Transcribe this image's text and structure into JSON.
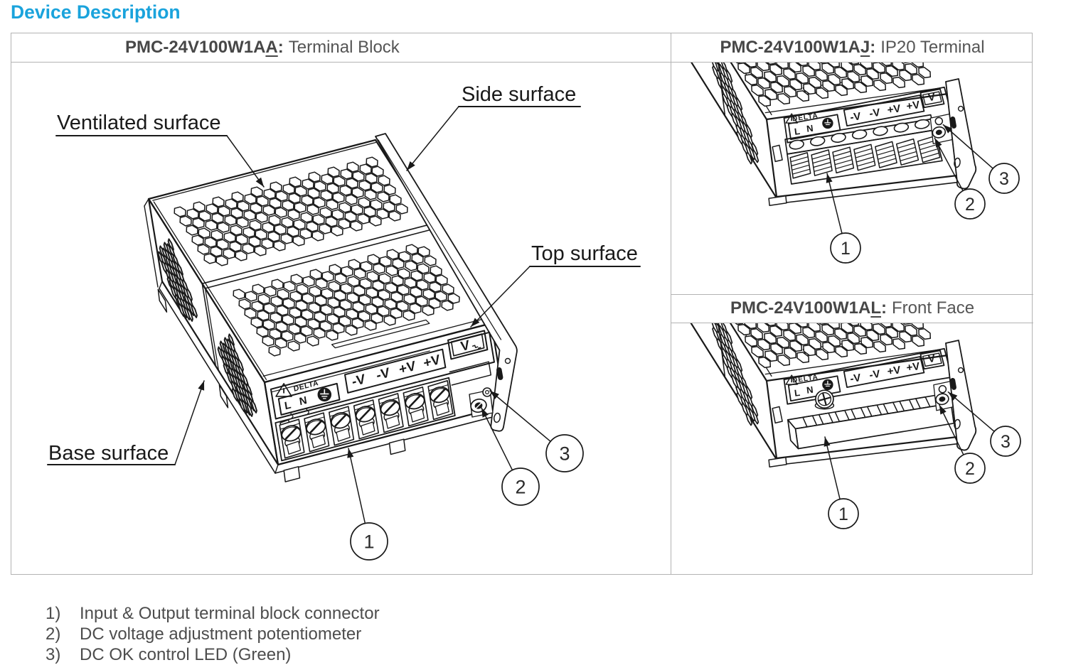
{
  "title": "Device Description",
  "accent_color": "#1aa3dc",
  "table": {
    "border_color": "#b3b3b3"
  },
  "panels": [
    {
      "id": "terminal-block",
      "model_prefix": "PMC-24V100W1A",
      "model_suffix": "A",
      "colon": ":",
      "variant": "Terminal Block"
    },
    {
      "id": "ip20-terminal",
      "model_prefix": "PMC-24V100W1A",
      "model_suffix": "J",
      "colon": ":",
      "variant": "IP20 Terminal"
    },
    {
      "id": "front-face",
      "model_prefix": "PMC-24V100W1A",
      "model_suffix": "L",
      "colon": ":",
      "variant": "Front Face"
    }
  ],
  "diagram": {
    "surface_labels": {
      "ventilated": "Ventilated surface",
      "side": "Side surface",
      "top": "Top surface",
      "base": "Base surface"
    },
    "callouts": [
      "1",
      "2",
      "3"
    ],
    "terminal_labels": {
      "neg1": "-V",
      "neg2": "-V",
      "pos1": "+V",
      "pos2": "+V",
      "vadj": "V",
      "line": "L",
      "neutral": "N",
      "brand": "DELTA"
    }
  },
  "legend": [
    {
      "num": "1)",
      "text": "Input & Output terminal block connector"
    },
    {
      "num": "2)",
      "text": "DC voltage adjustment potentiometer"
    },
    {
      "num": "3)",
      "text": "DC OK control LED (Green)"
    }
  ]
}
